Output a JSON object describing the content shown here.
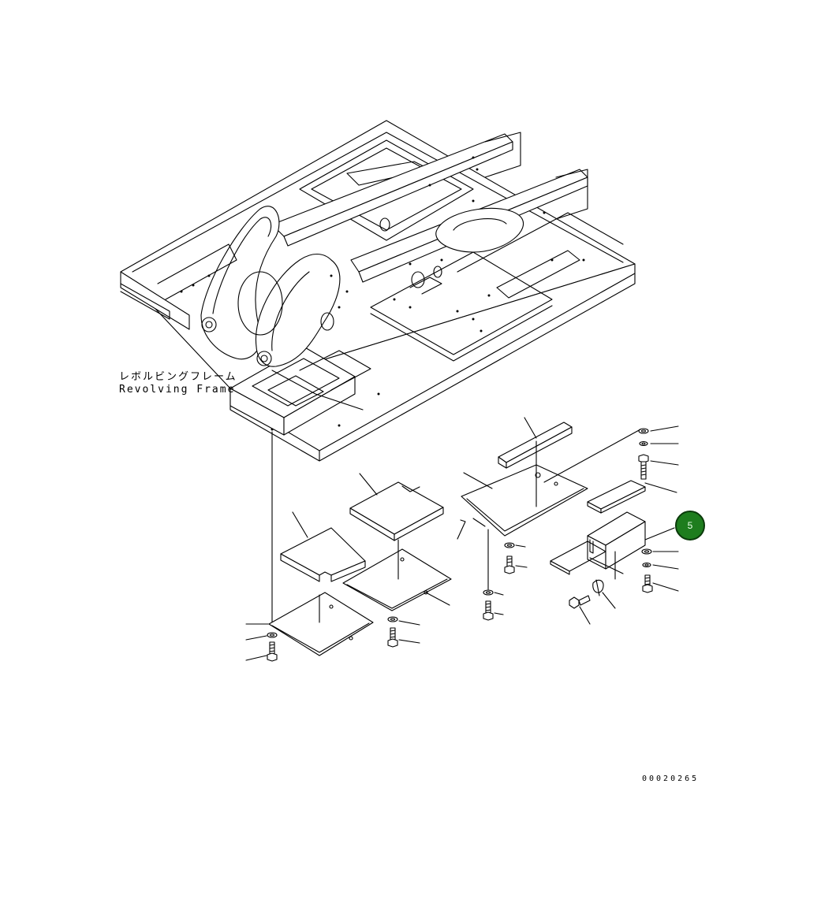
{
  "diagram": {
    "frame_label_jp": "レボルビングフレーム",
    "frame_label_en": "Revolving Frame",
    "callout_number": "5",
    "callout_color": "#1e7d1e",
    "drawing_code": "00020265"
  }
}
